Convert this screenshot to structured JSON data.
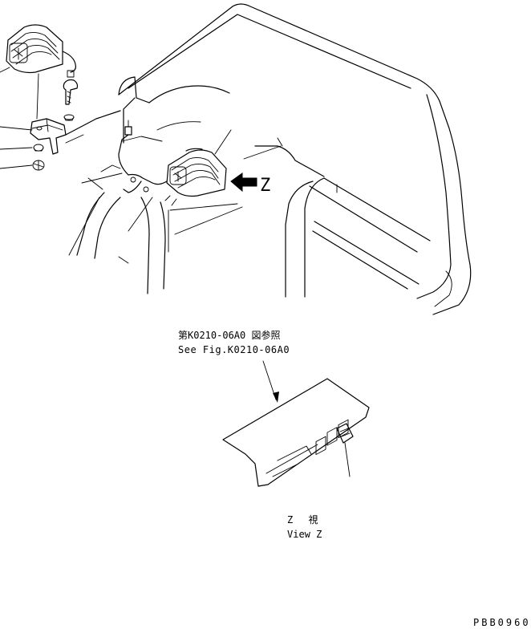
{
  "view_marker": "Z",
  "reference_note": {
    "jp": "第K0210-06A0 図参照",
    "en": "See Fig.K0210-06A0"
  },
  "view_caption": {
    "jp": "Z　 視",
    "en": "View Z"
  },
  "drawing_code": "PBB0960"
}
